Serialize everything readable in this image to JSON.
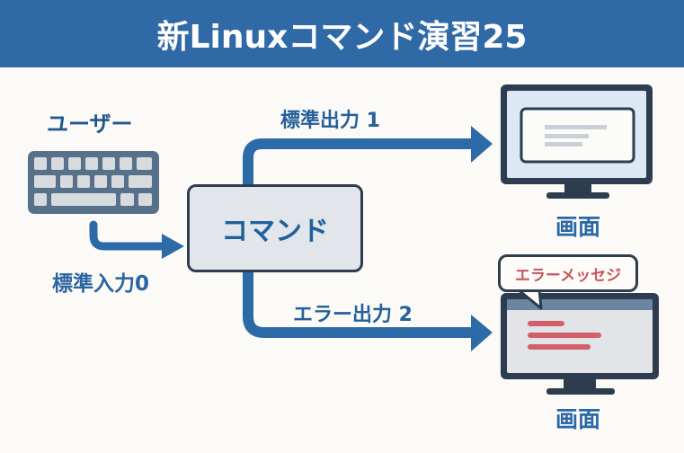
{
  "title": "新Linuxコマンド演習25",
  "user": {
    "label": "ユーザー",
    "device_icon": "keyboard-icon"
  },
  "command": {
    "label": "コマンド"
  },
  "streams": {
    "stdin": {
      "label": "標準入力0"
    },
    "stdout": {
      "label": "標準出力 1"
    },
    "stderr": {
      "label": "エラー出力 2"
    }
  },
  "screens": [
    {
      "label": "画面",
      "icon": "monitor-icon"
    },
    {
      "label": "画面",
      "icon": "monitor-error-icon",
      "bubble": "エラーメッセジ"
    }
  ],
  "colors": {
    "primary": "#2f6aa6",
    "arrow": "#2d6ba8",
    "dark": "#2d3d4f",
    "error": "#d2606a",
    "screen_bg": "#dce9f4"
  }
}
